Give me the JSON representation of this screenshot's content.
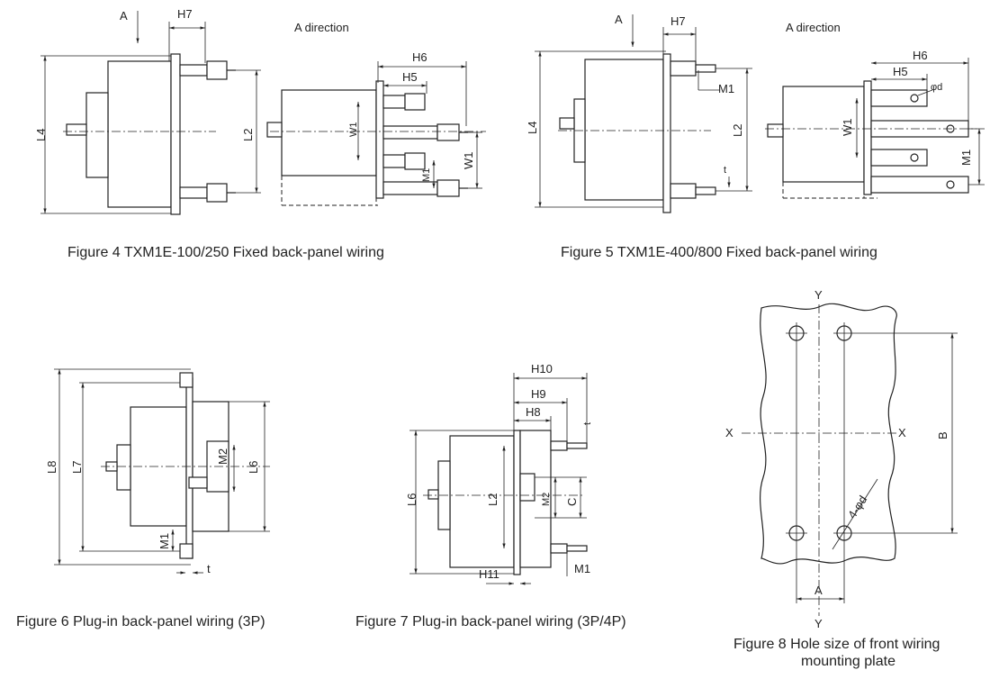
{
  "figure4": {
    "caption": "Figure 4 TXM1E-100/250 Fixed back-panel wiring",
    "a_arrow": "A",
    "a_direction": "A direction",
    "dims": {
      "H7": "H7",
      "L4": "L4",
      "L2": "L2",
      "H6": "H6",
      "H5": "H5",
      "W1a": "W1",
      "W1b": "W1",
      "M1": "M1"
    }
  },
  "figure5": {
    "caption": "Figure 5 TXM1E-400/800 Fixed back-panel wiring",
    "a_arrow": "A",
    "a_direction": "A direction",
    "dims": {
      "H7": "H7",
      "L4": "L4",
      "L2": "L2",
      "M1": "M1",
      "t": "t",
      "H6": "H6",
      "H5": "H5",
      "phid": "φd",
      "W1": "W1",
      "M1b": "M1"
    }
  },
  "figure6": {
    "caption": "Figure 6 Plug-in back-panel wiring (3P)",
    "dims": {
      "L8": "L8",
      "L7": "L7",
      "L6": "L6",
      "M2": "M2",
      "M1": "M1",
      "t": "t"
    }
  },
  "figure7": {
    "caption": "Figure 7 Plug-in back-panel wiring (3P/4P)",
    "dims": {
      "H10": "H10",
      "H9": "H9",
      "H8": "H8",
      "t": "t",
      "L6": "L6",
      "L2": "L2",
      "M2": "M2",
      "C": "C",
      "H11": "H11",
      "M1": "M1"
    }
  },
  "figure8": {
    "caption_line1": "Figure 8 Hole size of front wiring",
    "caption_line2": "mounting plate",
    "dims": {
      "Ytop": "Y",
      "Ybottom": "Y",
      "Xleft": "X",
      "Xright": "X",
      "B": "B",
      "A": "A",
      "holes": "4-φd"
    }
  }
}
